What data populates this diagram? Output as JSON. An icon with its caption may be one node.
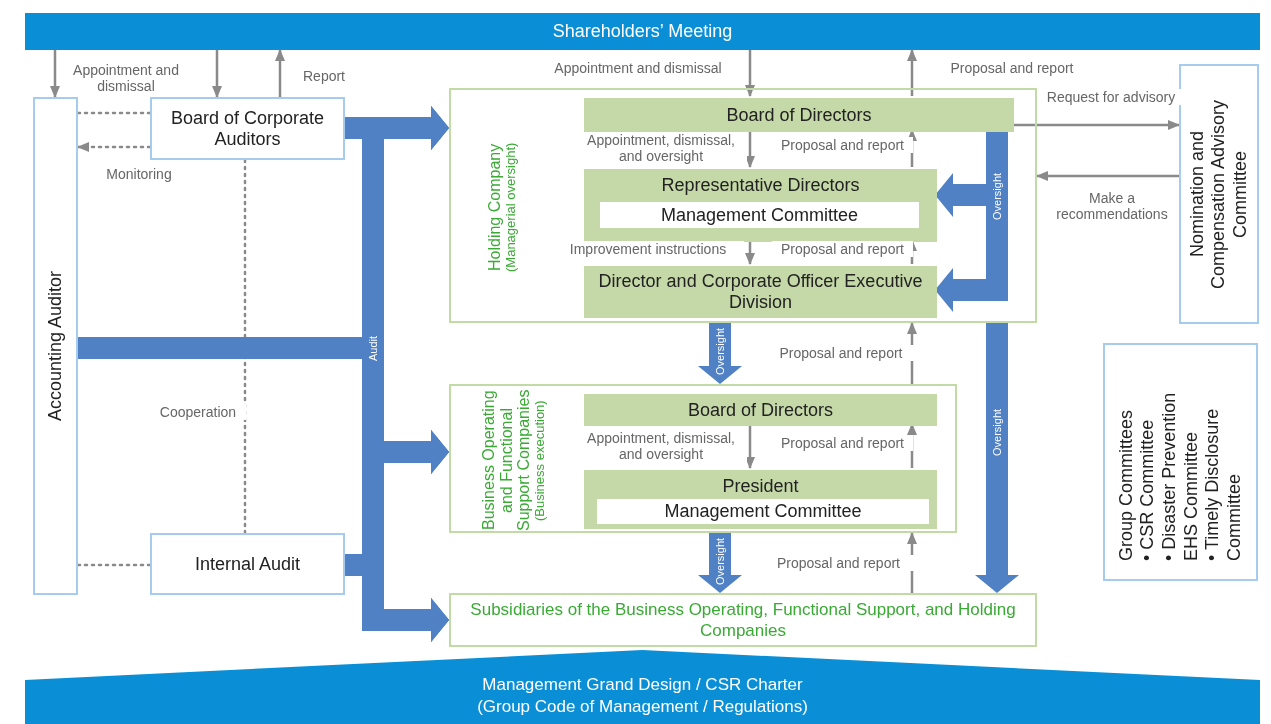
{
  "diagram": {
    "nodes": [
      {
        "text": [
          "Shareholders’ Meeting"
        ]
      },
      {
        "text": [
          "Accounting Auditor"
        ]
      },
      {
        "text": [
          "Board of Corporate Auditors"
        ]
      },
      {
        "text": [
          "Holding Company",
          "(Managerial oversight)"
        ]
      },
      {
        "text": [
          "Board of Directors"
        ],
        "in": 3
      },
      {
        "text": [
          "Representative Directors"
        ],
        "in": 3
      },
      {
        "text": [
          "Management Committee"
        ],
        "in": 5
      },
      {
        "text": [
          "Director and Corporate Officer Executive Division"
        ],
        "in": 3
      },
      {
        "text": [
          "Nomination and Compensation Advisory Committee"
        ]
      },
      {
        "text": [
          "Business Operating and Functional Support Companies",
          "(Business execution)"
        ]
      },
      {
        "text": [
          "Board of Directors"
        ],
        "in": 9
      },
      {
        "text": [
          "President"
        ],
        "in": 9
      },
      {
        "text": [
          "Management Committee"
        ],
        "in": 11
      },
      {
        "text": [
          "Internal Audit"
        ]
      },
      {
        "text": [
          "Subsidiaries of the Business Operating, Functional Support, and Holding Companies"
        ]
      },
      {
        "text": [
          "Group Committees",
          "• CSR Committee",
          "• Disaster Prevention EHS Committee",
          "• Timely Disclosure Committee"
        ]
      },
      {
        "text": [
          "Management Grand Design / CSR Charter",
          "(Group Code of Management / Regulations)"
        ]
      }
    ],
    "edges": [
      {
        "from": 0,
        "to": 1,
        "arrow": "to",
        "label": "Appointment and dismissal"
      },
      {
        "from": 0,
        "to": 2,
        "arrow": "to"
      },
      {
        "from": 2,
        "to": 0,
        "arrow": "to",
        "label": "Report"
      },
      {
        "from": 2,
        "to": 1,
        "arrow": "none",
        "style": "dashed"
      },
      {
        "from": 2,
        "to": 1,
        "arrow": "to",
        "style": "dashed",
        "label": "Monitoring"
      },
      {
        "from": 2,
        "to": 13,
        "arrow": "none",
        "style": "dashed",
        "label": "Cooperation"
      },
      {
        "from": 13,
        "to": 1,
        "arrow": "none",
        "style": "dashed"
      },
      {
        "from": 2,
        "to": 3,
        "arrow": "to",
        "style": "thick",
        "color": "#4f81c4"
      },
      {
        "from": 2,
        "to": 9,
        "arrow": "to",
        "style": "thick",
        "color": "#4f81c4"
      },
      {
        "from": 2,
        "to": 14,
        "arrow": "to",
        "style": "thick",
        "color": "#4f81c4"
      },
      {
        "from": 1,
        "to": 3,
        "arrow": "to",
        "style": "thick",
        "color": "#4f81c4",
        "label": "Audit"
      },
      {
        "from": 1,
        "to": 9,
        "arrow": "to",
        "style": "thick",
        "color": "#4f81c4"
      },
      {
        "from": 1,
        "to": 14,
        "arrow": "to",
        "style": "thick",
        "color": "#4f81c4"
      },
      {
        "from": 13,
        "to": 3,
        "arrow": "to",
        "style": "thick",
        "color": "#4f81c4"
      },
      {
        "from": 13,
        "to": 9,
        "arrow": "to",
        "style": "thick",
        "color": "#4f81c4"
      },
      {
        "from": 13,
        "to": 14,
        "arrow": "to",
        "style": "thick",
        "color": "#4f81c4"
      },
      {
        "from": 0,
        "to": 4,
        "arrow": "to",
        "label": "Appointment and dismissal"
      },
      {
        "from": 4,
        "to": 0,
        "arrow": "to",
        "label": "Proposal and report"
      },
      {
        "from": 4,
        "to": 5,
        "arrow": "to",
        "label": "Appointment, dismissal, and oversight"
      },
      {
        "from": 5,
        "to": 4,
        "arrow": "to",
        "label": "Proposal and report"
      },
      {
        "from": 5,
        "to": 7,
        "arrow": "to",
        "label": "Improvement instructions"
      },
      {
        "from": 7,
        "to": 5,
        "arrow": "to",
        "label": "Proposal and report"
      },
      {
        "from": 4,
        "to": 5,
        "arrow": "to",
        "style": "thick",
        "color": "#4f81c4",
        "label": "Oversight"
      },
      {
        "from": 4,
        "to": 7,
        "arrow": "to",
        "style": "thick",
        "color": "#4f81c4"
      },
      {
        "from": 4,
        "to": 8,
        "arrow": "to",
        "label": "Request for advisory"
      },
      {
        "from": 8,
        "to": 3,
        "arrow": "to",
        "label": "Make a recommendations"
      },
      {
        "from": 3,
        "to": 9,
        "arrow": "to",
        "style": "thick",
        "color": "#4f81c4",
        "label": "Oversight"
      },
      {
        "from": 9,
        "to": 3,
        "arrow": "to",
        "label": "Proposal and report"
      },
      {
        "from": 3,
        "to": 14,
        "arrow": "to",
        "style": "thick",
        "color": "#4f81c4",
        "label": "Oversight"
      },
      {
        "from": 10,
        "to": 11,
        "arrow": "to",
        "label": "Appointment, dismissal, and oversight"
      },
      {
        "from": 11,
        "to": 10,
        "arrow": "to",
        "label": "Proposal and report"
      },
      {
        "from": 9,
        "to": 14,
        "arrow": "to",
        "style": "thick",
        "color": "#4f81c4",
        "label": "Oversight"
      },
      {
        "from": 14,
        "to": 9,
        "arrow": "to",
        "label": "Proposal and report"
      }
    ]
  }
}
